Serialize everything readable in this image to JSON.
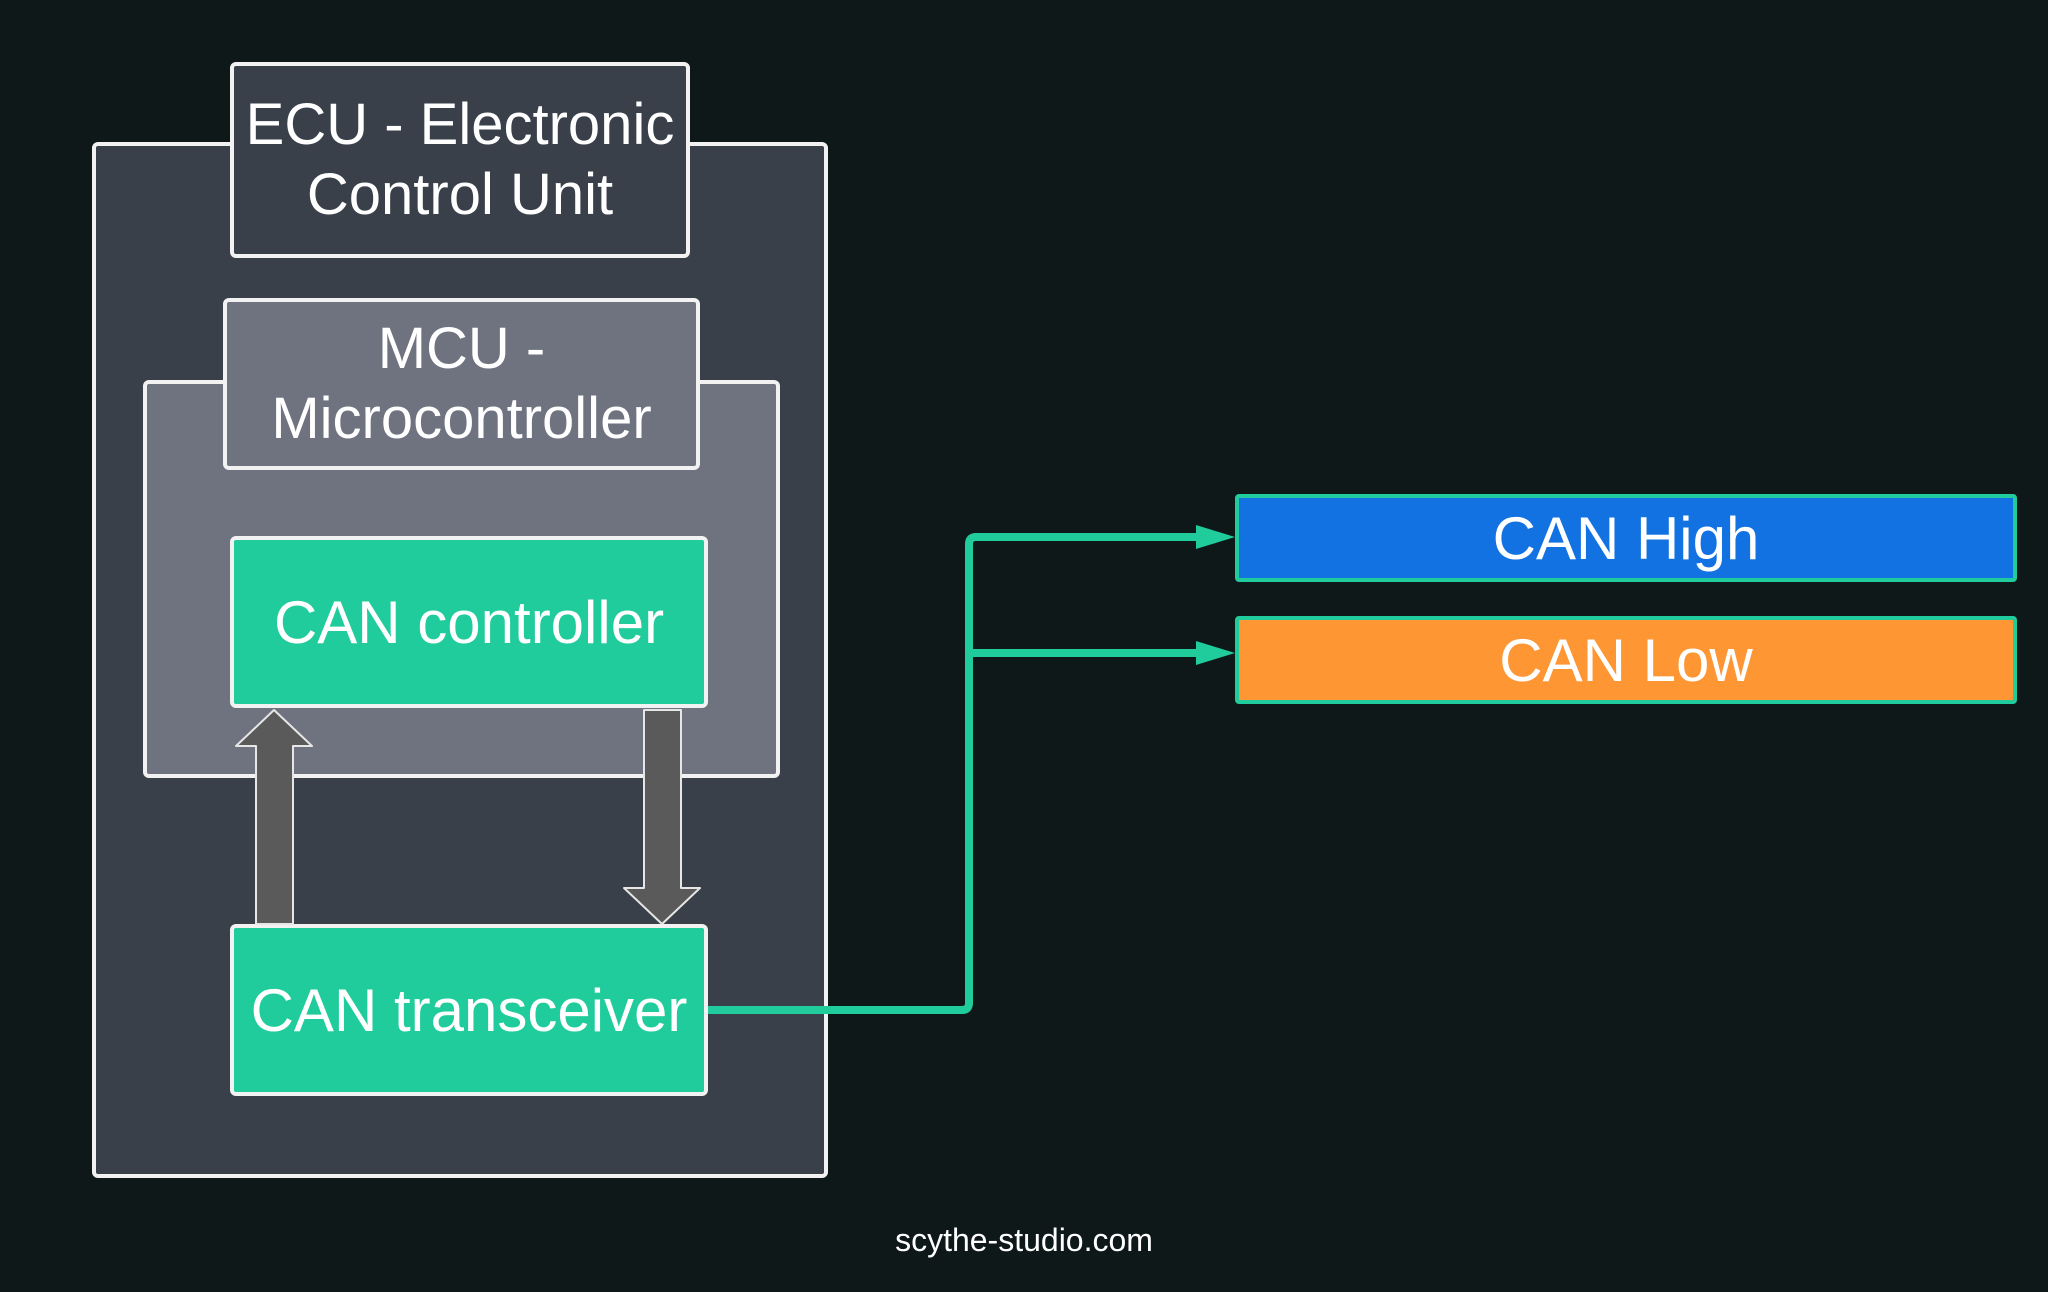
{
  "ecu": {
    "label": "ECU - Electronic Control Unit"
  },
  "mcu": {
    "label": "MCU - Microcontroller"
  },
  "can_controller": {
    "label": "CAN controller"
  },
  "can_transceiver": {
    "label": "CAN transceiver"
  },
  "bus": {
    "high": {
      "label": "CAN High",
      "color": "#1272e2"
    },
    "low": {
      "label": "CAN Low",
      "color": "#fd9633"
    }
  },
  "colors": {
    "background": "#0e1819",
    "ecu_fill": "#3a404a",
    "mcu_fill": "#6f7380",
    "can_green": "#20cc9b",
    "arrow_gray": "#5a5a5a"
  },
  "footer": {
    "credit": "scythe-studio.com"
  }
}
